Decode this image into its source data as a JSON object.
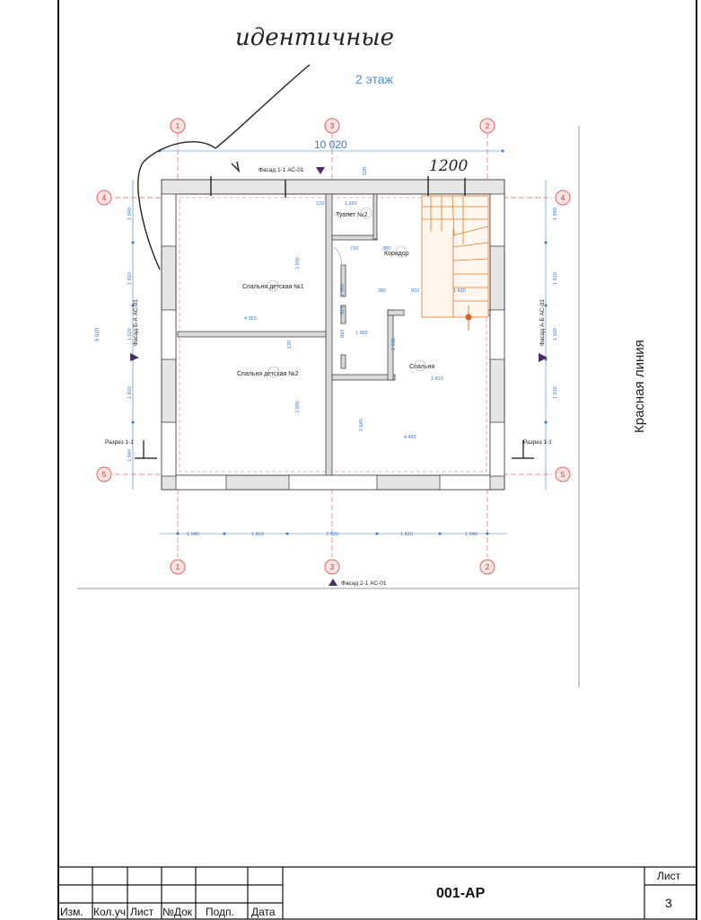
{
  "handwriting": {
    "note": "идентичные",
    "dim": "1200"
  },
  "floor_title": "2 этаж",
  "overall_width": "10 020",
  "overall_height": "9 920",
  "axes": {
    "top": [
      "1",
      "3",
      "2"
    ],
    "bottom": [
      "1",
      "3",
      "2"
    ],
    "left": [
      "4",
      "5"
    ],
    "right": [
      "4",
      "5"
    ]
  },
  "facades": {
    "top": "Фасад 1-1 АС-01",
    "bottom": "Фасад 2-1 АС-01",
    "left": "Фасад Б-А АС-01",
    "right": "Фасад А-Б АС-01"
  },
  "sections": {
    "left": "Разрез 1-1",
    "right": "Разрез 1-1"
  },
  "rooms": {
    "bedroom1": "Спальня детская №1",
    "bedroom2": "Спальня детская №2",
    "toilet": "Туалет №2",
    "corridor": "Коридор",
    "bedroom": "Спальня"
  },
  "dims": {
    "bottom": [
      "1 940",
      "1 810",
      "2 520",
      "1 810",
      "1 940"
    ],
    "left": [
      "1 940",
      "1 810",
      "1 520",
      "1 810",
      "1 940"
    ],
    "right": [
      "1 940",
      "1 810",
      "1 520",
      "1 810"
    ],
    "inner": {
      "d4365": "4 365",
      "d3930": "3 930",
      "d3900": "3 900",
      "d1965": "1 965",
      "d2810": "2 810",
      "d4495": "4 495",
      "d1930": "1 930",
      "d2645": "2 645",
      "d1363": "1 363",
      "d810a": "810",
      "d810b": "810",
      "d810c": "810",
      "d1620": "1 620",
      "d380a": "380",
      "d380b": "380",
      "d710": "710",
      "d120a": "120",
      "d120b": "120",
      "d1260": "1 260",
      "d520": "520"
    }
  },
  "red_line": "Красная линия",
  "title_block": {
    "headers": [
      "Изм.",
      "Кол.уч",
      "Лист",
      "№Док",
      "Подп.",
      "Дата"
    ],
    "doc_code": "001-АР",
    "sheet_label": "Лист",
    "sheet_no": "3"
  },
  "colors": {
    "axis": "#e06666",
    "dim": "#3a78c9",
    "marker": "#4b2a66",
    "stair": "#e07b2a",
    "title": "#4a90d9"
  }
}
